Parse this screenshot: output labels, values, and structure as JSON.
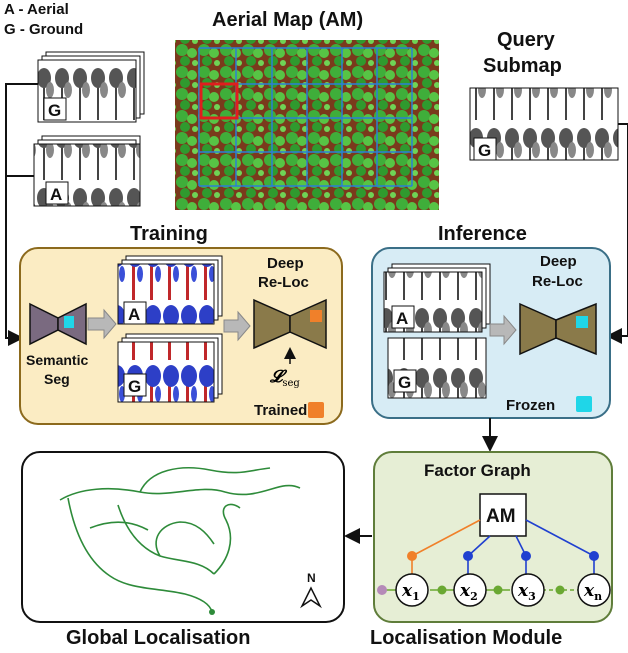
{
  "legend": {
    "line1": "A - Aerial",
    "line2": "G - Ground"
  },
  "aerial_map": {
    "title": "Aerial Map (AM)"
  },
  "query": {
    "title_line1": "Query",
    "title_line2": "Submap",
    "tag": "G"
  },
  "stack_tags": {
    "ground": "G",
    "aerial": "A"
  },
  "training": {
    "title": "Training",
    "semantic_seg_line1": "Semantic",
    "semantic_seg_line2": "Seg",
    "deep_reloc_line1": "Deep",
    "deep_reloc_line2": "Re-Loc",
    "loss_main": "𝓛",
    "loss_sub": "seg",
    "tag_a": "A",
    "tag_g": "G",
    "trained_label": "Trained",
    "trained_color": "#f0802a"
  },
  "inference": {
    "title": "Inference",
    "deep_reloc_line1": "Deep",
    "deep_reloc_line2": "Re-Loc",
    "tag_a": "A",
    "tag_g": "G",
    "frozen_label": "Frozen",
    "frozen_color": "#1fd6e8"
  },
  "factor_graph": {
    "title": "Factor Graph",
    "am_label": "AM",
    "nodes": [
      {
        "var": "x",
        "sub": "1"
      },
      {
        "var": "x",
        "sub": "2"
      },
      {
        "var": "x",
        "sub": "3"
      },
      {
        "var": "x",
        "sub": "n"
      }
    ]
  },
  "captions": {
    "global": "Global Localisation",
    "module": "Localisation Module"
  },
  "north_label": "N",
  "colors": {
    "training_bg": "#fbecc3",
    "training_border": "#8c6a1d",
    "inference_bg": "#d7ecf5",
    "inference_border": "#3a6f87",
    "factor_bg": "#e6eed5",
    "factor_border": "#5f7d3a",
    "encoder": "#7a6a80",
    "reloc": "#8a7a4a",
    "trajectory": "#2e8b3a"
  }
}
